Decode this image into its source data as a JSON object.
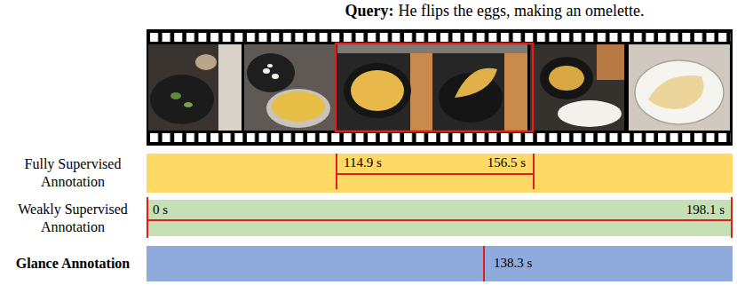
{
  "diagram": {
    "title": "He flips the eggs, making an omelette.",
    "nodes": [
      {
        "text": [
          "Fully Supervised Annotation",
          "114.9 s",
          "156.5 s"
        ]
      },
      {
        "text": [
          "Weakly Supervised Annotation",
          "0 s",
          "198.1 s"
        ]
      },
      {
        "text": [
          "Glance Annotation",
          "138.3 s"
        ]
      }
    ],
    "labels": [
      "Query:"
    ]
  }
}
